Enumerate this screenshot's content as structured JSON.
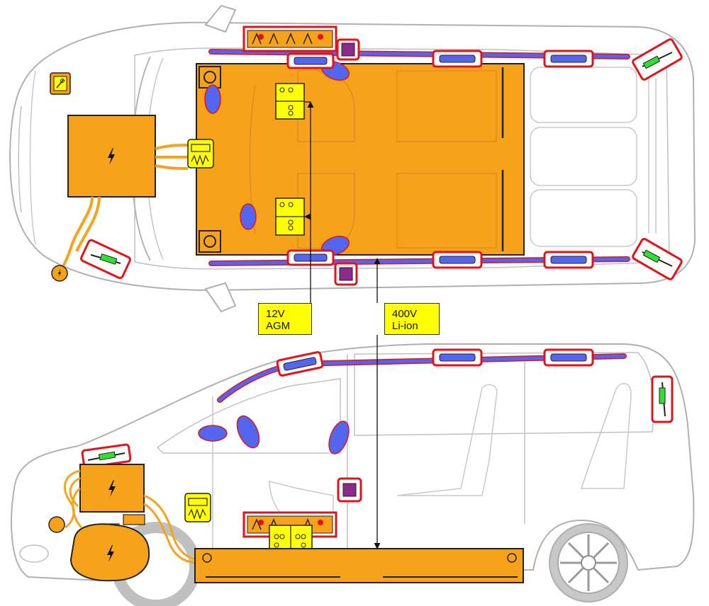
{
  "callouts": {
    "battery_12v": {
      "line1": "12V",
      "line2": "AGM"
    },
    "battery_hv": {
      "line1": "400V",
      "line2": "Li-ion"
    }
  },
  "icons": {
    "high_voltage": "lightning-bolt",
    "airbag": "blue-ellipse",
    "gas_strut": "green-cylinder",
    "airbag_gas_generator": "blue-cylinder",
    "seatbelt_pretensioner": "purple-square",
    "control_unit": "relay-icon"
  },
  "colors": {
    "high_voltage_component": "#f7a21b",
    "battery_12v": "#ffff00",
    "airbag": "#5566ee",
    "warning_frame": "#e0151b",
    "gas_strut": "#33dd33",
    "pretensioner": "#8b2a8b",
    "vehicle_outline": "#b0b0b0"
  }
}
